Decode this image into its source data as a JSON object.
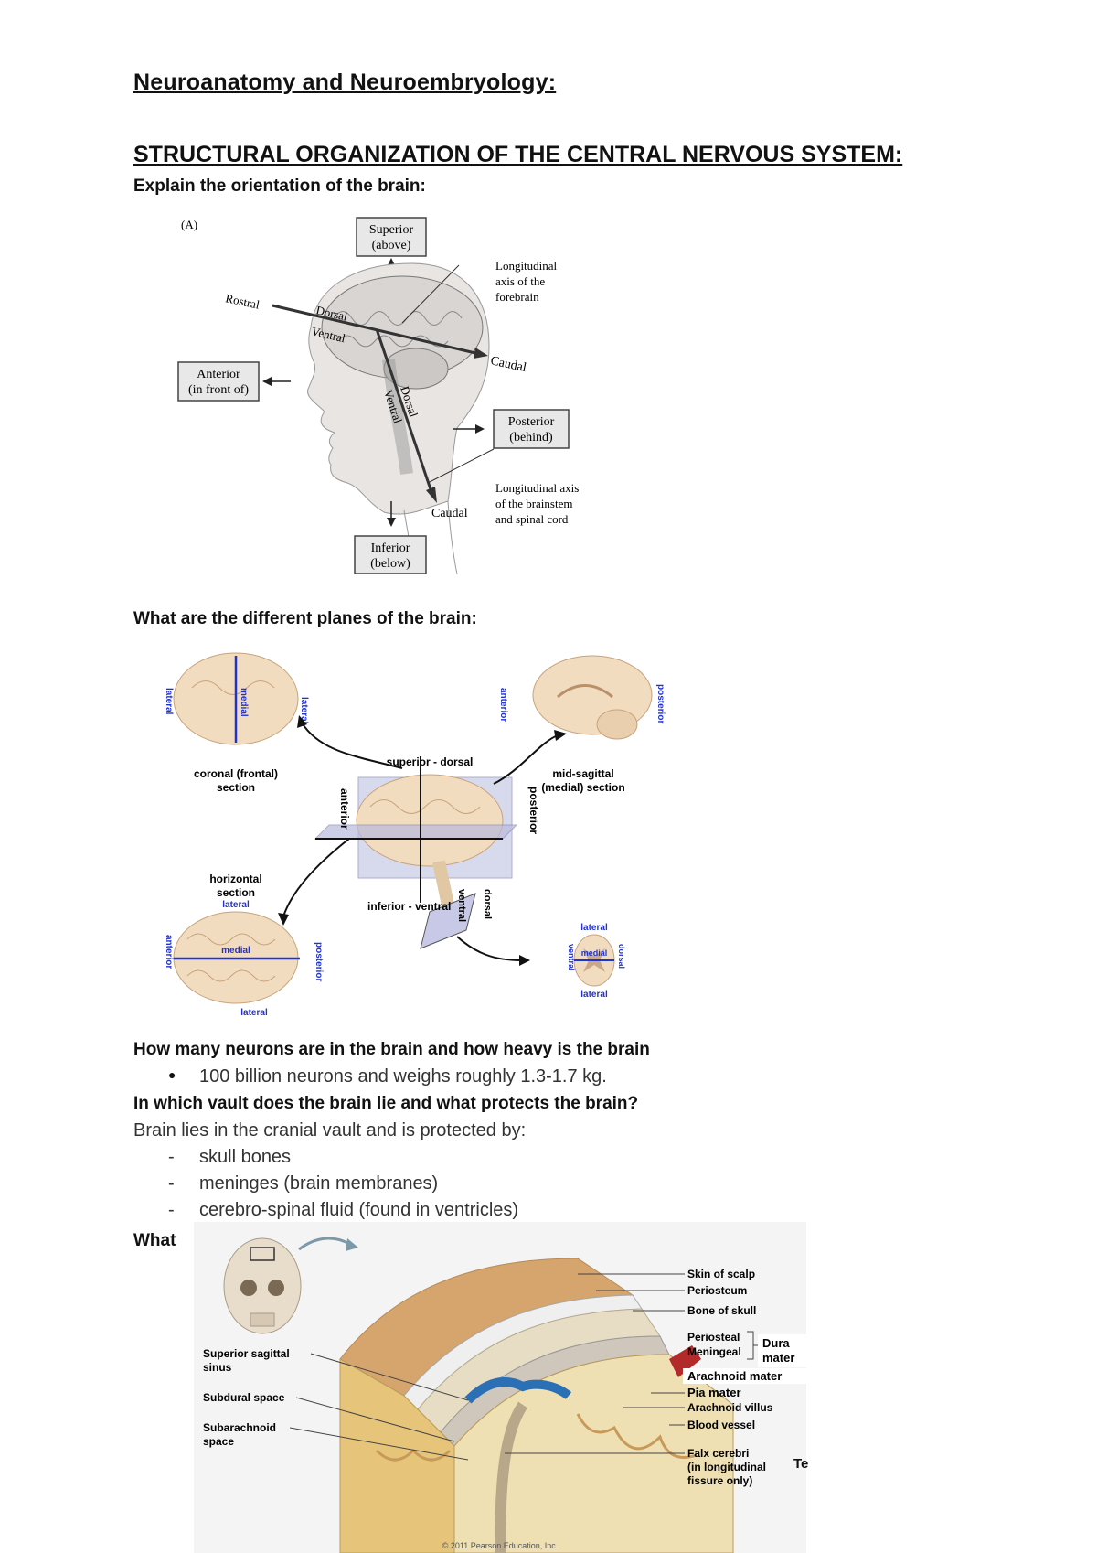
{
  "title": "Neuroanatomy and Neuroembryology:",
  "section_heading": "STRUCTURAL ORGANIZATION OF THE CENTRAL NERVOUS SYSTEM:",
  "q1": "Explain the orientation of the brain:",
  "fig1": {
    "panel": "(A)",
    "superior": "Superior",
    "superior_sub": "(above)",
    "inferior": "Inferior",
    "inferior_sub": "(below)",
    "anterior": "Anterior",
    "anterior_sub": "(in front of)",
    "posterior": "Posterior",
    "posterior_sub": "(behind)",
    "rostral": "Rostral",
    "dorsal": "Dorsal",
    "ventral": "Ventral",
    "caudal": "Caudal",
    "dorsal2": "Dorsal",
    "ventral2": "Ventral",
    "caudal2": "Caudal",
    "forebrain_axis_1": "Longitudinal",
    "forebrain_axis_2": "axis of the",
    "forebrain_axis_3": "forebrain",
    "brainstem_axis_1": "Longitudinal axis",
    "brainstem_axis_2": "of the brainstem",
    "brainstem_axis_3": "and spinal cord"
  },
  "q2": "What are the different planes of the brain:",
  "fig2": {
    "lateral": "lateral",
    "medial": "medial",
    "coronal_1": "coronal (frontal)",
    "coronal_2": "section",
    "anterior": "anterior",
    "posterior": "posterior",
    "midsag_1": "mid-sagittal",
    "midsag_2": "(medial) section",
    "superior_dorsal": "superior - dorsal",
    "inferior_ventral": "inferior - ventral",
    "horizontal_1": "horizontal",
    "horizontal_2": "section",
    "ventral": "ventral",
    "dorsal": "dorsal"
  },
  "q3": "How many neurons are in the brain and how heavy is the brain",
  "a3": "100 billion neurons and weighs roughly 1.3-1.7 kg.",
  "q4": "In which vault does the brain lie and what protects the brain?",
  "a4": "Brain lies in the cranial vault and is protected by:",
  "protect": [
    "skull bones",
    "meninges (brain membranes)",
    "cerebro-spinal fluid (found in ventricles)"
  ],
  "q5_partial": "What",
  "fig3": {
    "skin": "Skin of scalp",
    "periosteum": "Periosteum",
    "bone": "Bone of skull",
    "periosteal": "Periosteal",
    "meningeal": "Meningeal",
    "dura_1": "Dura",
    "dura_2": "mater",
    "arachnoid": "Arachnoid mater",
    "pia": "Pia mater",
    "villus": "Arachnoid villus",
    "vessel": "Blood vessel",
    "falx_1": "Falx cerebri",
    "falx_2": "(in longitudinal",
    "falx_3": "fissure only)",
    "sss_1": "Superior sagittal",
    "sss_2": "sinus",
    "subdural": "Subdural space",
    "subarach_1": "Subarachnoid",
    "subarach_2": "space",
    "copyright": "© 2011 Pearson Education, Inc."
  },
  "side_fragment": "Te"
}
